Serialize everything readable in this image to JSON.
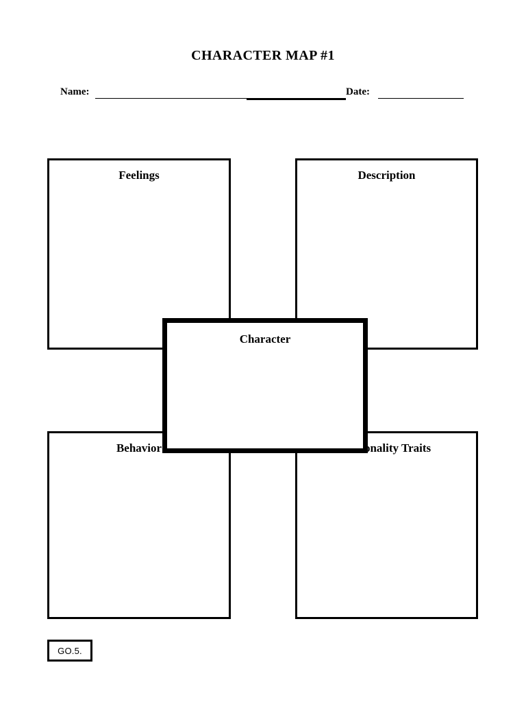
{
  "document": {
    "title": "CHARACTER MAP #1",
    "footer_code": "GO.5."
  },
  "meta": {
    "name_label": "Name:",
    "name_value": "",
    "date_label": "Date:",
    "date_value": ""
  },
  "boxes": [
    {
      "id": "feelings",
      "title": "Feelings",
      "content": ""
    },
    {
      "id": "description",
      "title": "Description",
      "content": ""
    },
    {
      "id": "character",
      "title": "Character",
      "content": ""
    },
    {
      "id": "behavior",
      "title": "Behavior",
      "content": ""
    },
    {
      "id": "personality",
      "title": "Personality Traits",
      "content": ""
    }
  ],
  "colors": {
    "ink": "#000000",
    "paper": "#ffffff"
  }
}
